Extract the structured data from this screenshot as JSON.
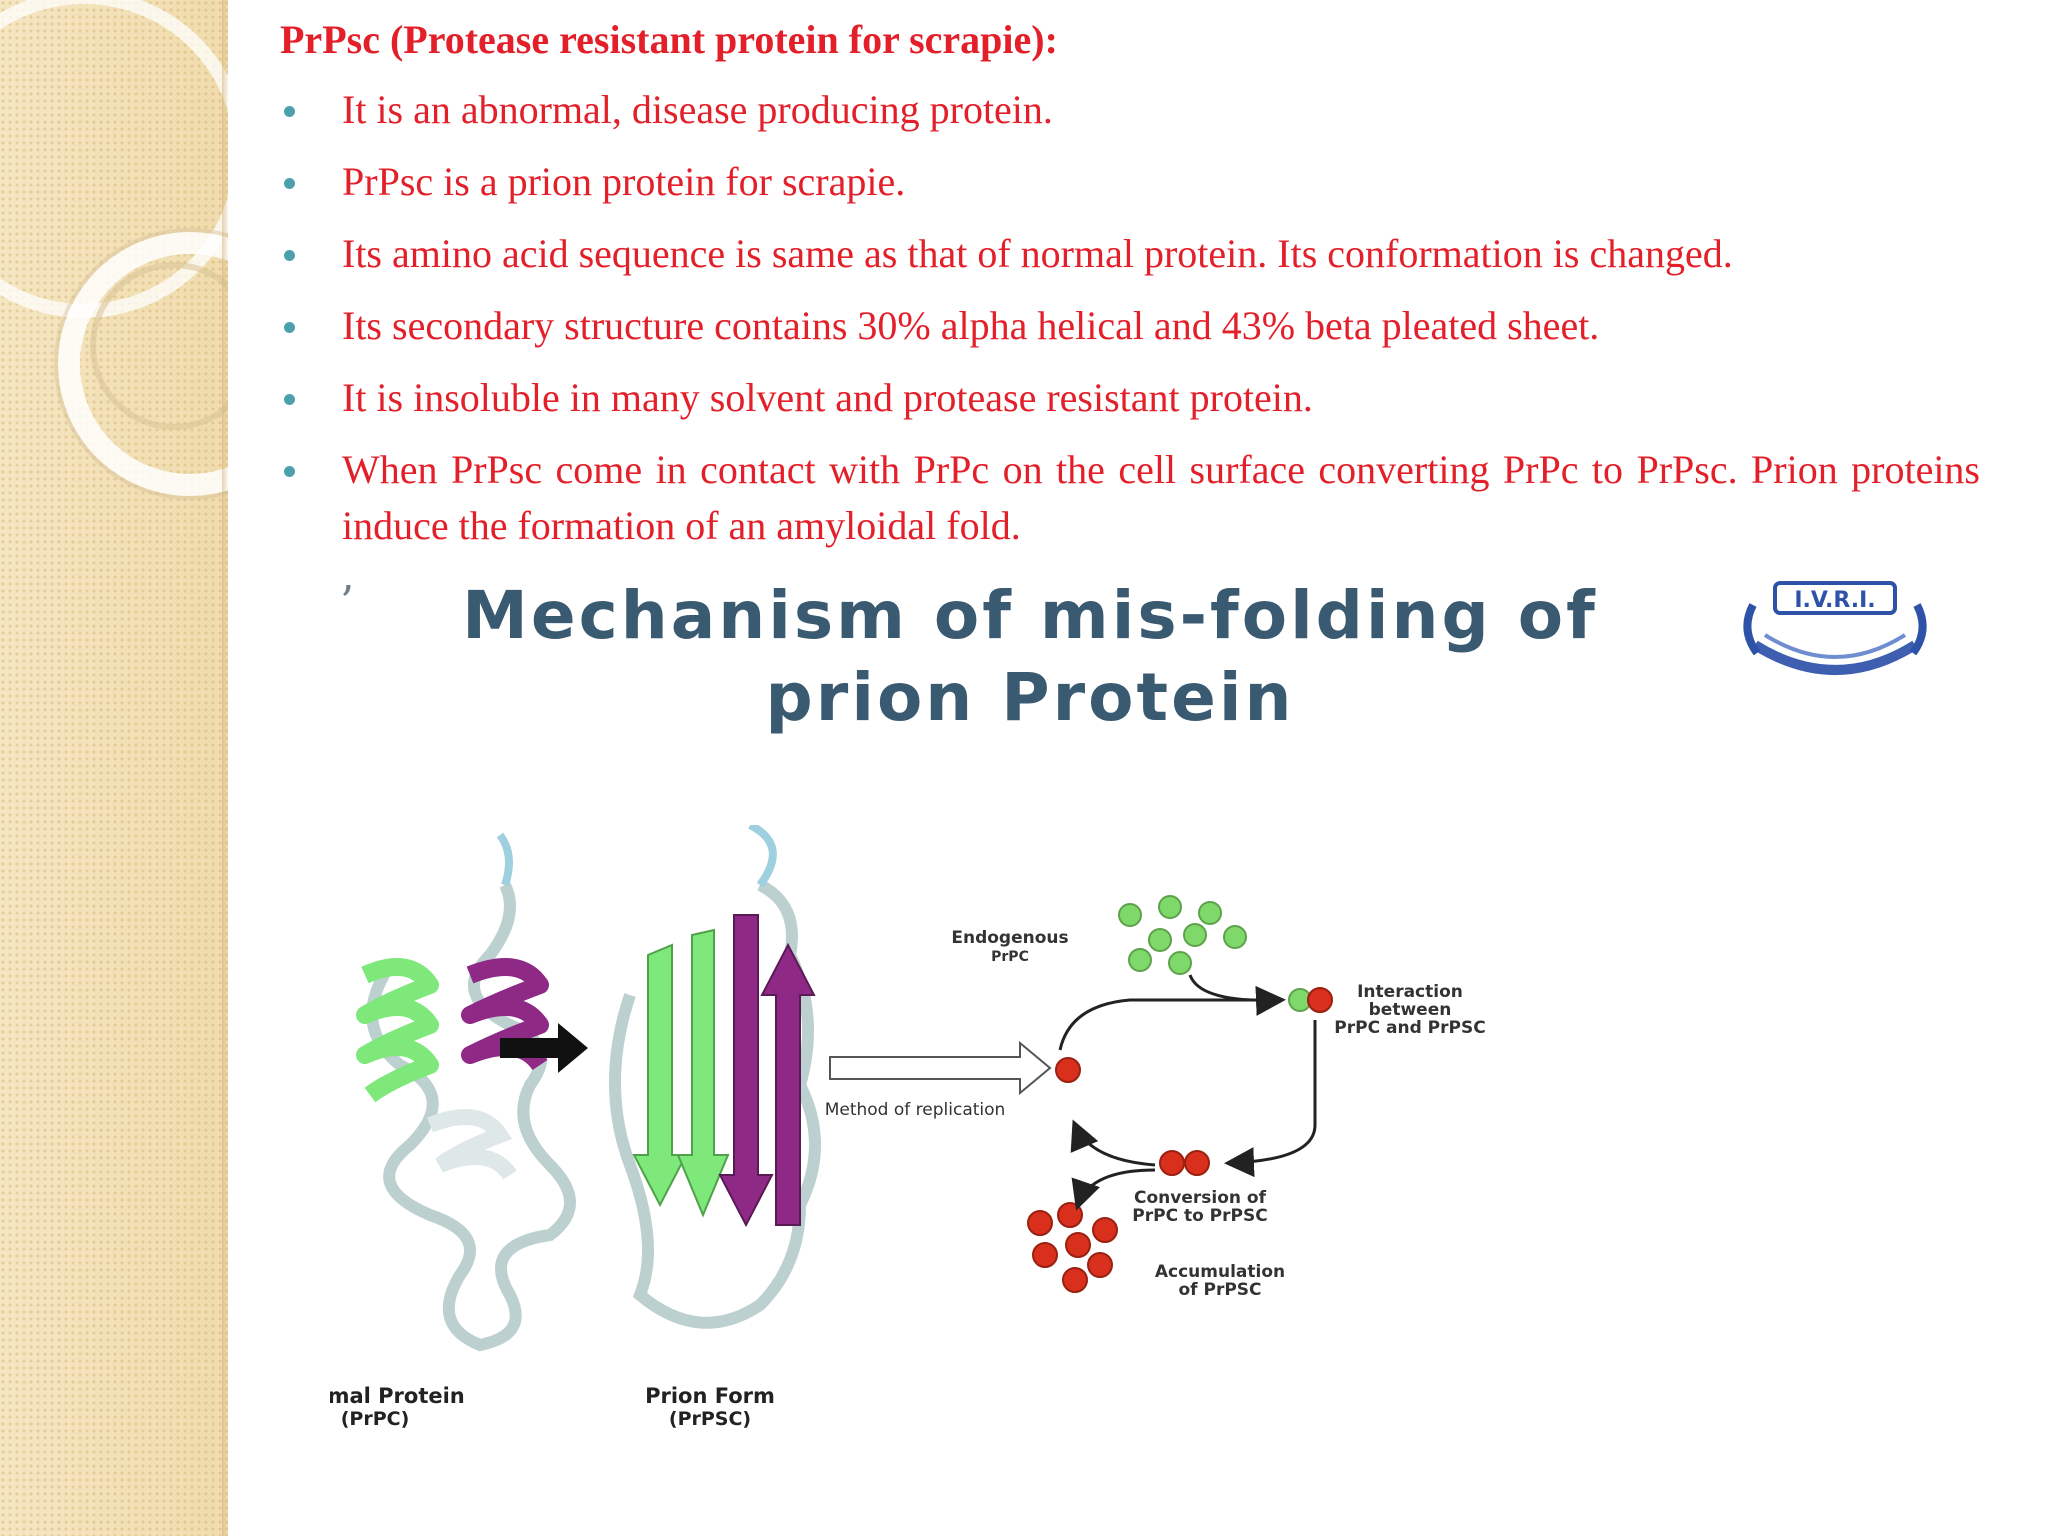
{
  "heading": "PrPsc (Protease resistant protein for scrapie):",
  "bullets": [
    "It is an abnormal, disease producing protein.",
    "PrPsc is a prion protein for scrapie.",
    "Its amino acid sequence is same as that of normal protein. Its conformation is changed.",
    "Its secondary structure contains 30% alpha helical and 43% beta pleated sheet.",
    "It is insoluble in many solvent and protease resistant protein.",
    "When PrPsc come in contact with PrPc on the cell surface converting PrPc to PrPsc. Prion proteins induce the formation of an amyloidal fold."
  ],
  "figure": {
    "title_line1": "Mechanism of mis-folding of",
    "title_line2": "prion Protein",
    "logo_text": "I.V.R.I.",
    "normal_label": "Normal Protein",
    "normal_sublabel": "(PrPC)",
    "prion_label": "Prion Form",
    "prion_sublabel": "(PrPSC)",
    "method_label": "Method of replication",
    "endogenous_label": "Endogenous",
    "endogenous_sublabel": "PrPC",
    "interaction_line1": "Interaction",
    "interaction_line2": "between",
    "interaction_line3": "PrPC and PrPSC",
    "conversion_line1": "Conversion of",
    "conversion_line2": "PrPC to PrPSC",
    "accumulation_line1": "Accumulation",
    "accumulation_line2": "of PrPSC"
  },
  "colors": {
    "text_red": "#e3202a",
    "bullet_dot": "#4d9fb0",
    "title_blue": "#3a5a72",
    "helix_green": "#7ee87a",
    "strand_purple": "#8e2a86",
    "prpc_green": "#7fd86a",
    "prpsc_red": "#d9301e"
  }
}
